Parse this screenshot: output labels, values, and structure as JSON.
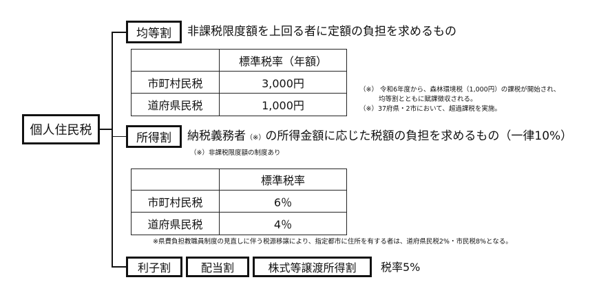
{
  "root": {
    "label": "個人住民税"
  },
  "kintouwari": {
    "label": "均等割",
    "description": "非課税限度額を上回る者に定額の負担を求めるもの",
    "table": {
      "header": [
        "",
        "標準税率（年額）"
      ],
      "rows": [
        {
          "name": "市町村民税",
          "value": "3,000円"
        },
        {
          "name": "道府県民税",
          "value": "1,000円"
        }
      ]
    },
    "notes": [
      "（※） 令和6年度から、森林環境税（1,000円）の課税が開始され、",
      "均等割とともに賦課徴収される。",
      "（※）37府県・2市において、超過課税を実施。"
    ]
  },
  "shotokuwari": {
    "label": "所得割",
    "description_pre": "納税義務者",
    "description_mark": "（※）",
    "description_post": "の所得金額に応じた税額の負担を求めるもの（一律10%）",
    "subnote": "（※）非課税限度額の制度あり",
    "table": {
      "header": [
        "",
        "標準税率"
      ],
      "rows": [
        {
          "name": "市町村民税",
          "value": "6％"
        },
        {
          "name": "道府県民税",
          "value": "4％"
        }
      ]
    },
    "footnote": "※県費負担教職員制度の見直しに伴う税源移譲により、指定都市に住所を有する者は、道府県民税2%・市民税8%となる。"
  },
  "others": {
    "boxes": [
      "利子割",
      "配当割",
      "株式等譲渡所得割"
    ],
    "rate": "税率5%"
  }
}
